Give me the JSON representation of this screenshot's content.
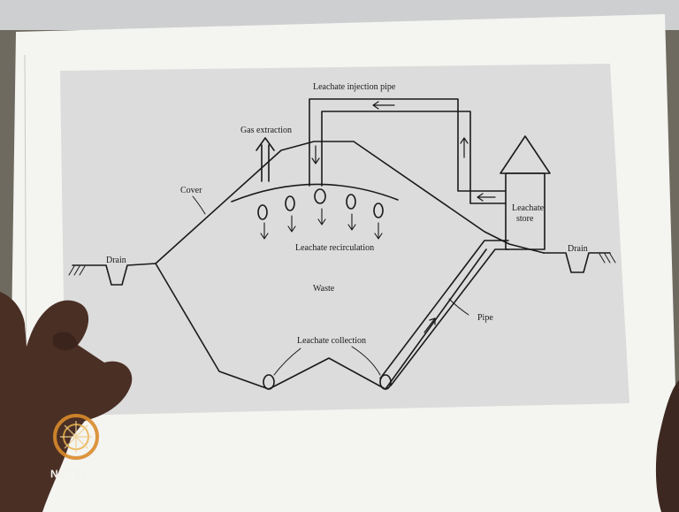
{
  "diagram": {
    "labels": {
      "injection_pipe": "Leachate injection pipe",
      "gas_extraction": "Gas extraction",
      "cover": "Cover",
      "leachate_store_line1": "Leachate",
      "leachate_store_line2": "store",
      "drain_left": "Drain",
      "drain_right": "Drain",
      "recirculation": "Leachate recirculation",
      "waste": "Waste",
      "pipe": "Pipe",
      "collection": "Leachate collection"
    }
  },
  "logo": {
    "text": "NPTEL",
    "colors": {
      "ring": "#d98b2b",
      "text": "#f2f2ee"
    }
  },
  "colors": {
    "paper": "#f4f4f1",
    "figure_bg": "#dcdcdc",
    "ink": "#1a1a1a",
    "desk": "#6f6a5f",
    "skin": "#4a2f25"
  }
}
